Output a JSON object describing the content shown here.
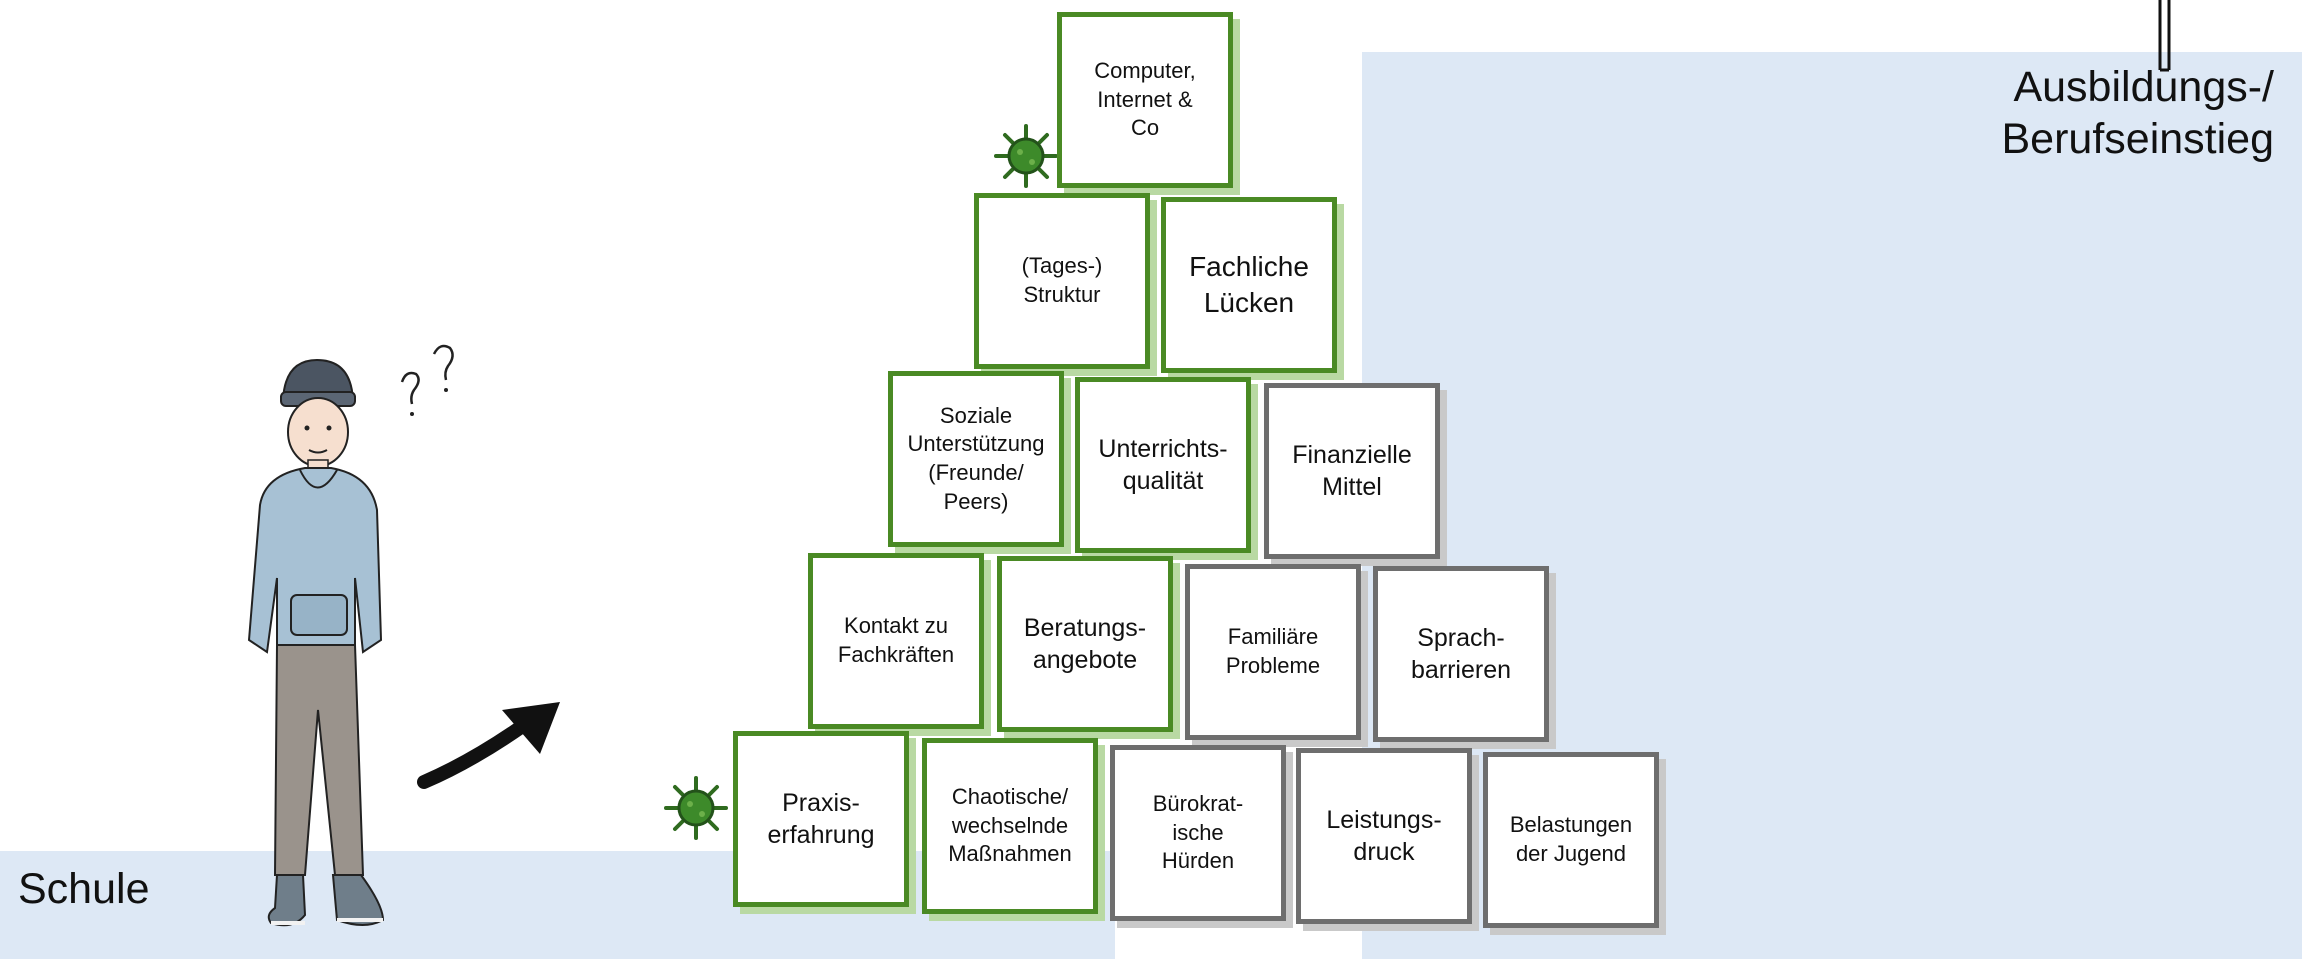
{
  "regions": {
    "left_label": "Schule",
    "right_label": "Ausbildungs-/\nBerufseinstieg"
  },
  "colors": {
    "green_border": "#4a8a24",
    "gray_border": "#6e6e6e",
    "region_fill": "#dde8f5"
  },
  "icons": {
    "person": "person-icon",
    "questions": "question-marks-icon",
    "arrow": "arrow-icon",
    "virus": "virus-icon"
  },
  "blocks": {
    "computer": "Computer,\nInternet &\nCo",
    "tagesstruktur": "(Tages-)\nStruktur",
    "fachliche": "Fachliche\nLücken",
    "soziale": "Soziale\nUnterstützung\n(Freunde/\nPeers)",
    "unterricht": "Unterrichts-\nqualität",
    "finanzielle": "Finanzielle\nMittel",
    "kontakt": "Kontakt zu\nFachkräften",
    "beratung": "Beratungs-\nangebote",
    "familiaere": "Familiäre\nProbleme",
    "sprach": "Sprach-\nbarrieren",
    "praxis": "Praxis-\nerfahrung",
    "chaotische": "Chaotische/\nwechselnde\nMaßnahmen",
    "buerokrat": "Bürokrat-\nische\nHürden",
    "leistung": "Leistungs-\ndruck",
    "belastungen": "Belastungen\nder Jugend"
  }
}
